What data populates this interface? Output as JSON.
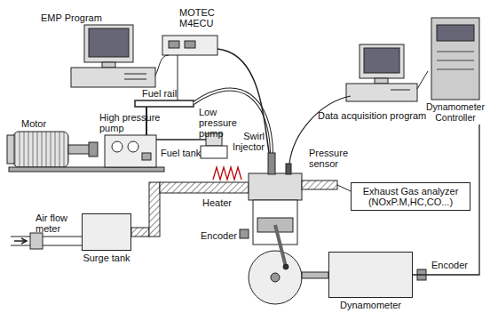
{
  "diagram": {
    "nodes": [
      {
        "text": [
          "Dynamometer Controller"
        ]
      },
      {
        "text": [
          "Exhaust Gas analyzer (NOxP.M,HC,CO...)"
        ]
      },
      {
        "text": [
          "Surge tank"
        ]
      },
      {
        "text": [
          "Dynamometer"
        ]
      }
    ],
    "edges": [
      {
        "from": 3,
        "to": 0,
        "arrow": "none"
      }
    ],
    "labels": [
      "EMP Program",
      "MOTEC M4ECU",
      "Fuel rail",
      "Motor",
      "High pressure pump",
      "Low pressure pump",
      "Fuel tank",
      "Heater",
      "Air flow meter",
      "Swirl Injector",
      "Pressure sensor",
      "Data acquisition program",
      "Encoder",
      "Encoder"
    ]
  }
}
